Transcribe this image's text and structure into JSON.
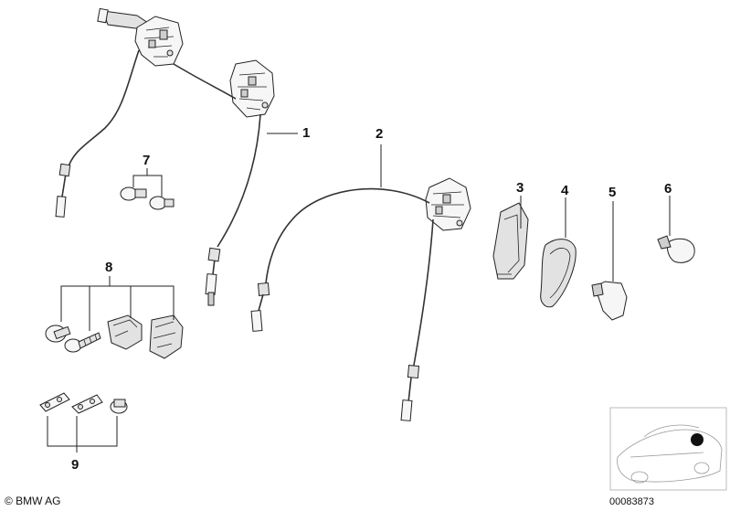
{
  "diagram": {
    "callouts": [
      {
        "id": "1",
        "label": "1"
      },
      {
        "id": "2",
        "label": "2"
      },
      {
        "id": "3",
        "label": "3"
      },
      {
        "id": "4",
        "label": "4"
      },
      {
        "id": "5",
        "label": "5"
      },
      {
        "id": "6",
        "label": "6"
      },
      {
        "id": "7",
        "label": "7"
      },
      {
        "id": "8",
        "label": "8"
      },
      {
        "id": "9",
        "label": "9"
      }
    ],
    "copyright": "© BMW AG",
    "document_number": "00083873"
  }
}
